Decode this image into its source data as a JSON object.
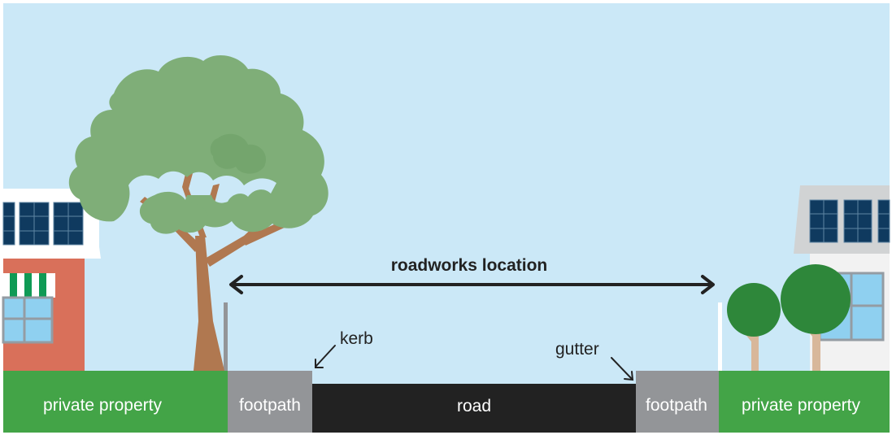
{
  "title": "roadworks location",
  "labels": {
    "kerb": "kerb",
    "gutter": "gutter",
    "road": "road",
    "footpath_left": "footpath",
    "footpath_right": "footpath",
    "property_left": "private property",
    "property_right": "private property"
  },
  "colors": {
    "sky": "#cbe8f7",
    "grass": "#43a447",
    "footpath": "#939598",
    "road": "#222222",
    "brick": "#d9705a",
    "roof": "#d1d3d4",
    "window": "#0f3a5f",
    "tree_foliage": "#7fae78",
    "trunk": "#b07850",
    "shrub": "#2e873a",
    "awning_green": "#0f9a55"
  }
}
